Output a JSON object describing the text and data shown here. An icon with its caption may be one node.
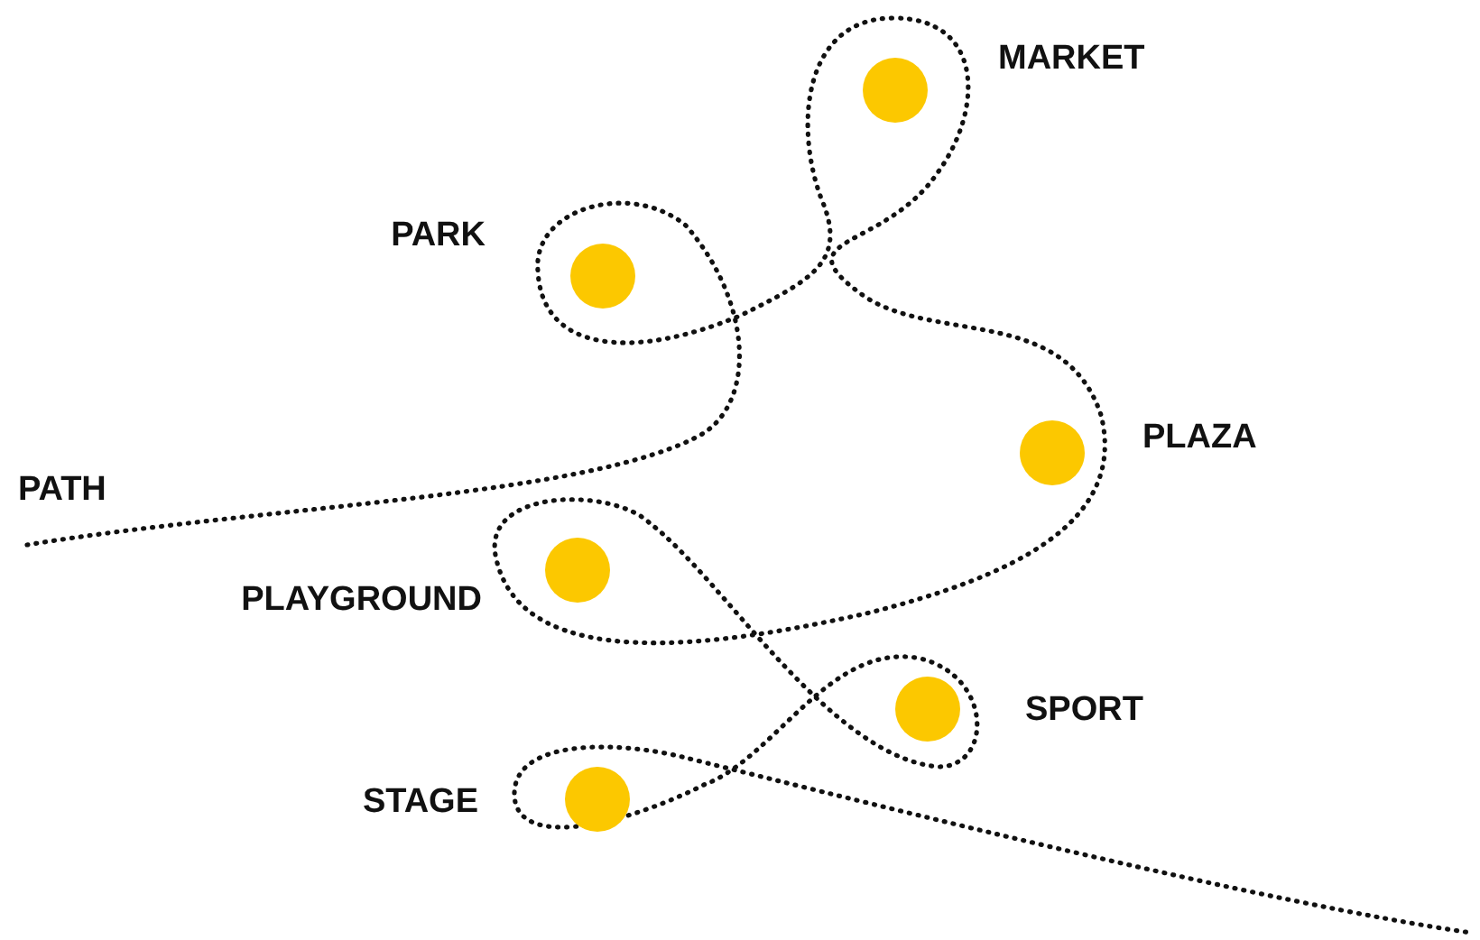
{
  "diagram": {
    "nodes": [
      {
        "text": [
          "MARKET"
        ]
      },
      {
        "text": [
          "PARK"
        ]
      },
      {
        "text": [
          "PLAZA"
        ]
      },
      {
        "text": [
          "PLAYGROUND"
        ]
      },
      {
        "text": [
          "SPORT"
        ]
      },
      {
        "text": [
          "STAGE"
        ]
      }
    ],
    "labels": [
      "PATH"
    ]
  }
}
